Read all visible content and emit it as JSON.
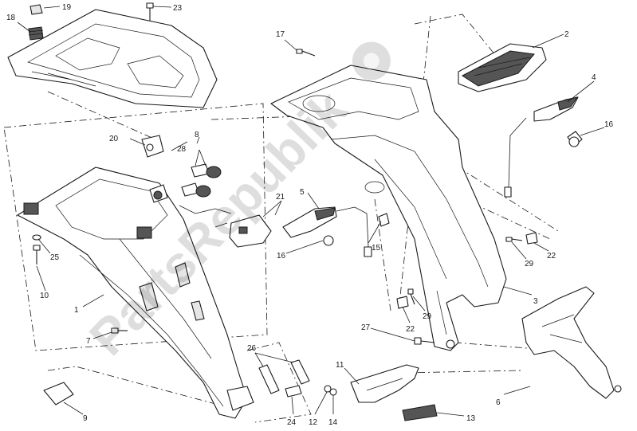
{
  "callouts": [
    {
      "id": "c1",
      "text": "1"
    },
    {
      "id": "c2",
      "text": "2"
    },
    {
      "id": "c3",
      "text": "3"
    },
    {
      "id": "c4",
      "text": "4"
    },
    {
      "id": "c5",
      "text": "5"
    },
    {
      "id": "c6",
      "text": "6"
    },
    {
      "id": "c7",
      "text": "7"
    },
    {
      "id": "c8",
      "text": "8"
    },
    {
      "id": "c9",
      "text": "9"
    },
    {
      "id": "c10",
      "text": "10"
    },
    {
      "id": "c11",
      "text": "11"
    },
    {
      "id": "c12",
      "text": "12"
    },
    {
      "id": "c13",
      "text": "13"
    },
    {
      "id": "c14",
      "text": "14"
    },
    {
      "id": "c15",
      "text": "15"
    },
    {
      "id": "c16a",
      "text": "16"
    },
    {
      "id": "c16b",
      "text": "16"
    },
    {
      "id": "c17",
      "text": "17"
    },
    {
      "id": "c18",
      "text": "18"
    },
    {
      "id": "c19",
      "text": "19"
    },
    {
      "id": "c20",
      "text": "20"
    },
    {
      "id": "c21",
      "text": "21"
    },
    {
      "id": "c22a",
      "text": "22"
    },
    {
      "id": "c22b",
      "text": "22"
    },
    {
      "id": "c23",
      "text": "23"
    },
    {
      "id": "c24",
      "text": "24"
    },
    {
      "id": "c25",
      "text": "25"
    },
    {
      "id": "c26",
      "text": "26"
    },
    {
      "id": "c27",
      "text": "27"
    },
    {
      "id": "c28",
      "text": "28"
    },
    {
      "id": "c29a",
      "text": "29"
    },
    {
      "id": "c29b",
      "text": "29"
    }
  ],
  "watermark": {
    "text": "PartsRepublik",
    "icon": "gear-icon"
  },
  "colors": {
    "line": "#1a1a1a",
    "background": "#ffffff",
    "watermark": "#000000"
  }
}
